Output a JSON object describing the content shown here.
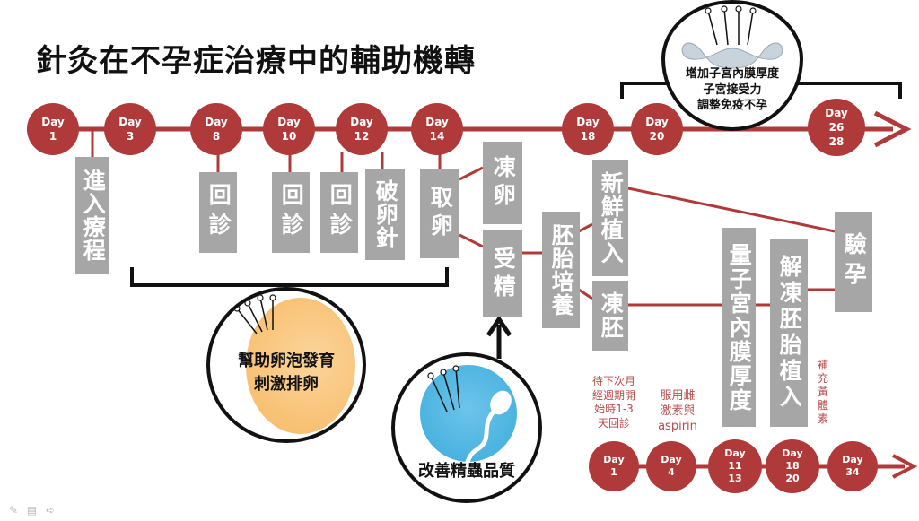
{
  "title": "針灸在不孕症治療中的輔助機轉",
  "colors": {
    "timeline": "#b03a3a",
    "box": "#a6a6a6",
    "note": "#b84a4a",
    "egg": "#f9c57c",
    "sperm": "#4ab3e0"
  },
  "days_top": [
    {
      "label": "Day",
      "num": "1"
    },
    {
      "label": "Day",
      "num": "3"
    },
    {
      "label": "Day",
      "num": "8"
    },
    {
      "label": "Day",
      "num": "10"
    },
    {
      "label": "Day",
      "num": "12"
    },
    {
      "label": "Day",
      "num": "14"
    },
    {
      "label": "Day",
      "num": "18"
    },
    {
      "label": "Day",
      "num": "20"
    },
    {
      "label": "Day",
      "num": "26",
      "num2": "28"
    }
  ],
  "boxes": {
    "enter": "進入療程",
    "revisit1": "回診",
    "revisit2": "回診",
    "revisit3": "回診",
    "trigger": "破卵針",
    "retrieve": "取卵",
    "freeze_egg": "凍卵",
    "fertilize": "受精",
    "culture": "胚胎培養",
    "fresh": "新鮮植入",
    "frozen": "凍胚",
    "measure": "量子宮內膜厚度",
    "thaw": "解凍胚胎植入",
    "test": "驗孕"
  },
  "circles": {
    "follicle": {
      "line1": "幫助卵泡發育",
      "line2": "刺激排卵",
      "icon": "egg-icon"
    },
    "sperm": {
      "line1": "改善精蟲品質",
      "icon": "sperm-icon"
    },
    "uterus": {
      "line1": "增加子宮內膜厚度",
      "line2": "子宮接受力",
      "line3": "調整免疫不孕",
      "icon": "uterus-icon"
    }
  },
  "notes": {
    "wait": [
      "待下次月",
      "經週期開",
      "始時1-3",
      "天回診"
    ],
    "aspirin": [
      "服用雌",
      "激素與",
      "aspirin"
    ],
    "progesterone": [
      "補",
      "充",
      "黃",
      "體",
      "素"
    ]
  },
  "days_bottom": [
    {
      "label": "Day",
      "num": "1"
    },
    {
      "label": "Day",
      "num": "4"
    },
    {
      "label": "Day",
      "num": "11",
      "num2": "13"
    },
    {
      "label": "Day",
      "num": "18",
      "num2": "20"
    },
    {
      "label": "Day",
      "num": "34"
    }
  ]
}
